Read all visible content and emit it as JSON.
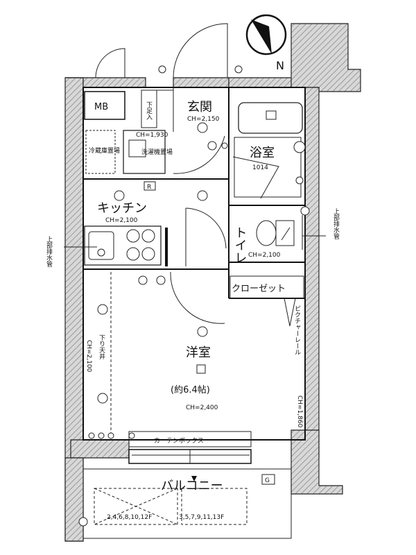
{
  "rooms": {
    "mb": "MB",
    "entrance": "玄関",
    "entrance_ch": "CH=2,150",
    "shoebox": "下足入",
    "bath": "浴室",
    "bath_size": "1014",
    "fridge": "冷蔵庫置場",
    "washer": "洗濯機置場",
    "washer_ch": "CH=1,930",
    "r_mark": "R",
    "kitchen": "キッチン",
    "kitchen_ch": "CH=2,100",
    "toilet": "トイレ",
    "toilet_ch": "CH=2,100",
    "closet": "クローゼット",
    "picture_rail": "ピクチャーレール",
    "picture_rail_ch": "CH=1,860",
    "western": "洋室",
    "western_size": "(約6.4帖)",
    "western_ch": "CH=2,400",
    "lowered_ceiling": "下り天井",
    "lowered_ch": "CH=2,100",
    "curtain_box": "カーテンボックス",
    "balcony": "バルコニー",
    "g_mark": "G",
    "floors_even": "2,4,6,8,10,12F",
    "floors_odd": "3,5,7,9,11,13F",
    "pipe_left": "上部排水管",
    "pipe_right": "上部排水管"
  },
  "compass": {
    "north": "N"
  }
}
